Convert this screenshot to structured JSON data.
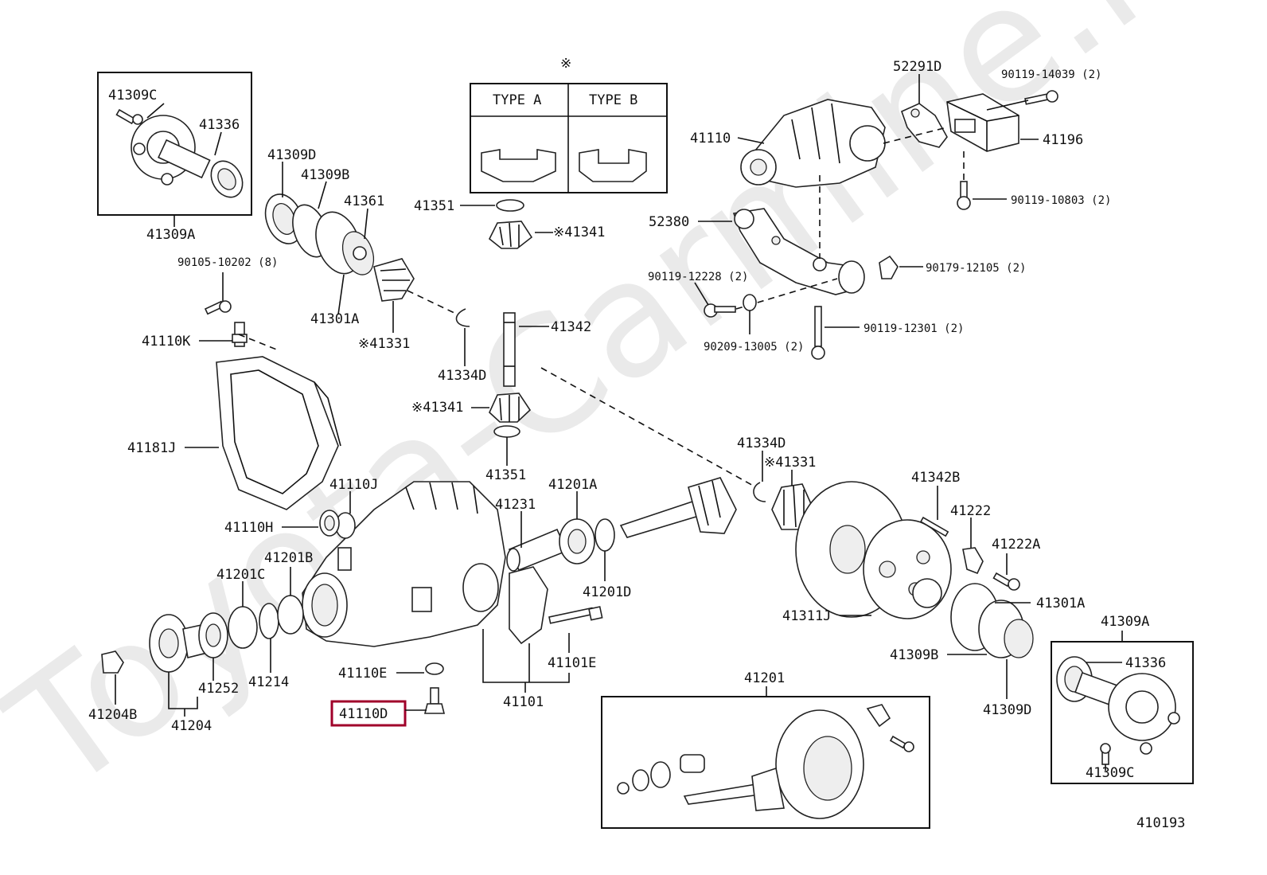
{
  "watermark": "Toyota-Carmine.ru",
  "diagram_code": "410193",
  "type_box": {
    "mark": "※",
    "type_a": "TYPE A",
    "type_b": "TYPE B"
  },
  "highlight_color": "#a0002a",
  "labels": {
    "p41309C_a": "41309C",
    "p41336_a": "41336",
    "p41309A_a": "41309A",
    "p41309D_a": "41309D",
    "p41309B_a": "41309B",
    "p41361": "41361",
    "p41301A_a": "41301A",
    "p41331_a": "※41331",
    "p90105": "90105-10202 (8)",
    "p41110K": "41110K",
    "p41181J": "41181J",
    "p41351_a": "41351",
    "p41341_a": "※41341",
    "p41342": "41342",
    "p41334D_a": "41334D",
    "p41341_b": "※41341",
    "p41351_b": "41351",
    "p52291D": "52291D",
    "p90119_14039": "90119-14039 (2)",
    "p41110": "41110",
    "p41196": "41196",
    "p90119_10803": "90119-10803 (2)",
    "p52380": "52380",
    "p90119_12228": "90119-12228 (2)",
    "p90179_12105": "90179-12105 (2)",
    "p90209_13005": "90209-13005 (2)",
    "p90119_12301": "90119-12301 (2)",
    "p41334D_b": "41334D",
    "p41331_b": "※41331",
    "p41110J": "41110J",
    "p41110H": "41110H",
    "p41201A": "41201A",
    "p41231": "41231",
    "p41342B": "41342B",
    "p41222": "41222",
    "p41222A": "41222A",
    "p41201B": "41201B",
    "p41201C": "41201C",
    "p41201D": "41201D",
    "p41301A_b": "41301A",
    "p41311J": "41311J",
    "p41309A_b": "41309A",
    "p41336_b": "41336",
    "p41101E": "41101E",
    "p41309B_b": "41309B",
    "p41110E": "41110E",
    "p41252": "41252",
    "p41214": "41214",
    "p41204B": "41204B",
    "p41204": "41204",
    "p41110D": "41110D",
    "p41101": "41101",
    "p41201": "41201",
    "p41309D_b": "41309D",
    "p41309C_b": "41309C"
  }
}
